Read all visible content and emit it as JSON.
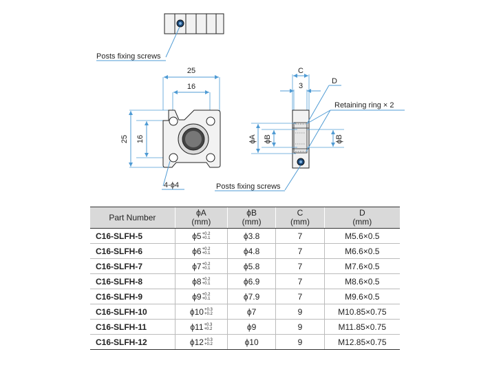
{
  "diagram": {
    "labels": {
      "posts_fixing_screws_top": "Posts fixing screws",
      "posts_fixing_screws_bottom": "Posts fixing screws",
      "dim_width_25": "25",
      "dim_width_16": "16",
      "dim_height_25": "25",
      "dim_height_16": "16",
      "holes": "4-ϕ4",
      "dim_c": "C",
      "dim_3": "3",
      "dim_d": "D",
      "retaining_ring": "Retaining ring × 2",
      "phi_a": "ϕA",
      "phi_b_left": "ϕB",
      "phi_b_right": "ϕB"
    },
    "colors": {
      "dimension_line": "#4f9bd4",
      "part_outline": "#222222"
    }
  },
  "table": {
    "headers": [
      {
        "line1": "Part Number",
        "line2": ""
      },
      {
        "line1": "ϕA",
        "line2": "(mm)"
      },
      {
        "line1": "ϕB",
        "line2": "(mm)"
      },
      {
        "line1": "C",
        "line2": "(mm)"
      },
      {
        "line1": "D",
        "line2": "(mm)"
      }
    ],
    "rows": [
      {
        "part": "C16-SLFH-5",
        "a": "ϕ5",
        "a_tol_plus": "+0.2",
        "a_tol_minus": "+0.1",
        "b": "ϕ3.8",
        "c": "7",
        "d": "M5.6×0.5"
      },
      {
        "part": "C16-SLFH-6",
        "a": "ϕ6",
        "a_tol_plus": "+0.2",
        "a_tol_minus": "+0.1",
        "b": "ϕ4.8",
        "c": "7",
        "d": "M6.6×0.5"
      },
      {
        "part": "C16-SLFH-7",
        "a": "ϕ7",
        "a_tol_plus": "+0.2",
        "a_tol_minus": "+0.1",
        "b": "ϕ5.8",
        "c": "7",
        "d": "M7.6×0.5"
      },
      {
        "part": "C16-SLFH-8",
        "a": "ϕ8",
        "a_tol_plus": "+0.2",
        "a_tol_minus": "+0.1",
        "b": "ϕ6.9",
        "c": "7",
        "d": "M8.6×0.5"
      },
      {
        "part": "C16-SLFH-9",
        "a": "ϕ9",
        "a_tol_plus": "+0.2",
        "a_tol_minus": "+0.1",
        "b": "ϕ7.9",
        "c": "7",
        "d": "M9.6×0.5"
      },
      {
        "part": "C16-SLFH-10",
        "a": "ϕ10",
        "a_tol_plus": "+0.3",
        "a_tol_minus": "+0.2",
        "b": "ϕ7",
        "c": "9",
        "d": "M10.85×0.75"
      },
      {
        "part": "C16-SLFH-11",
        "a": "ϕ11",
        "a_tol_plus": "+0.3",
        "a_tol_minus": "+0.2",
        "b": "ϕ9",
        "c": "9",
        "d": "M11.85×0.75"
      },
      {
        "part": "C16-SLFH-12",
        "a": "ϕ12",
        "a_tol_plus": "+0.3",
        "a_tol_minus": "+0.2",
        "b": "ϕ10",
        "c": "9",
        "d": "M12.85×0.75"
      }
    ]
  }
}
